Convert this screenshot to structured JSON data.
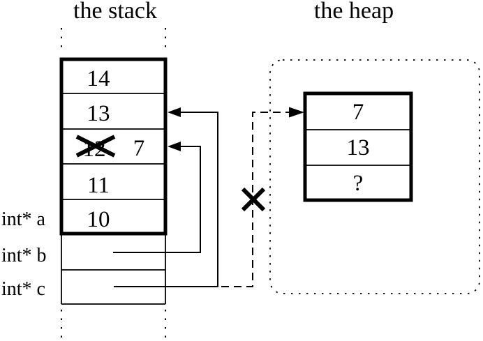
{
  "figure": {
    "ink_color": "#000000",
    "background_color": "#ffffff"
  },
  "stack": {
    "title": "the stack",
    "cells": [
      {
        "value": "14"
      },
      {
        "value": "13"
      },
      {
        "old_value": "12",
        "new_value": "7",
        "crossed_out": true
      },
      {
        "value": "11"
      },
      {
        "value": "10"
      }
    ],
    "pointer_labels": [
      {
        "label": "int* a"
      },
      {
        "label": "int* b"
      },
      {
        "label": "int* c"
      }
    ]
  },
  "heap": {
    "title": "the heap",
    "cells": [
      {
        "value": "7"
      },
      {
        "value": "13"
      },
      {
        "value": "?"
      }
    ]
  }
}
